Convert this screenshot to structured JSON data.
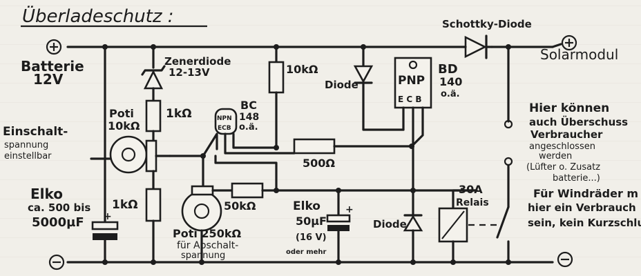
{
  "title": "Überladeschutz :",
  "terminals": {
    "battery_plus": "+",
    "battery_label_1": "Batterie",
    "battery_label_2": "12V",
    "solar_plus": "+",
    "solar_label": "Solarmodul",
    "ground_left": "−",
    "ground_right": "−"
  },
  "components": {
    "zener_1": "Zenerdiode",
    "zener_2": "12-13V",
    "r_1k_top": "1kΩ",
    "r_1k_bottom": "1kΩ",
    "r_10k": "10kΩ",
    "r_500": "500Ω",
    "r_50k": "50kΩ",
    "diode_top": "Diode",
    "diode_bottom": "Diode",
    "schottky": "Schottky-Diode",
    "transistor_npn_body": "NPN",
    "transistor_npn_pins": "ECB",
    "transistor_npn_1": "BC",
    "transistor_npn_2": "148",
    "transistor_npn_3": "o.ä.",
    "transistor_pnp_body": "PNP",
    "transistor_pnp_pins": "E C B",
    "transistor_pnp_1": "BD",
    "transistor_pnp_2": "140",
    "transistor_pnp_3": "o.ä.",
    "poti_top_1": "Poti",
    "poti_top_2": "10kΩ",
    "poti_top_3": "Einschalt-",
    "poti_top_4": "spannung",
    "poti_top_5": "einstellbar",
    "poti_bottom_1": "Poti 250kΩ",
    "poti_bottom_2": "für Abschalt-",
    "poti_bottom_3": "spannung",
    "elko_left_1": "Elko",
    "elko_left_2": "ca. 500 bis",
    "elko_left_3": "5000µF",
    "elko_mid_1": "Elko",
    "elko_mid_2": "50µF",
    "elko_mid_3": "(16 V)",
    "elko_mid_4": "oder mehr",
    "relay_1": "30A",
    "relay_2": "Relais",
    "plus_mark": "+"
  },
  "notes": {
    "load_1": "Hier können",
    "load_2": "auch Überschuss",
    "load_3": "Verbraucher",
    "load_4": "angeschlossen",
    "load_5": "werden",
    "load_6": "(Lüfter o. Zusatz",
    "load_7": "batterie...)",
    "wind_1": "Für Windräder m",
    "wind_2": "hier ein Verbrauch",
    "wind_3": "sein, kein Kurzschlu"
  }
}
